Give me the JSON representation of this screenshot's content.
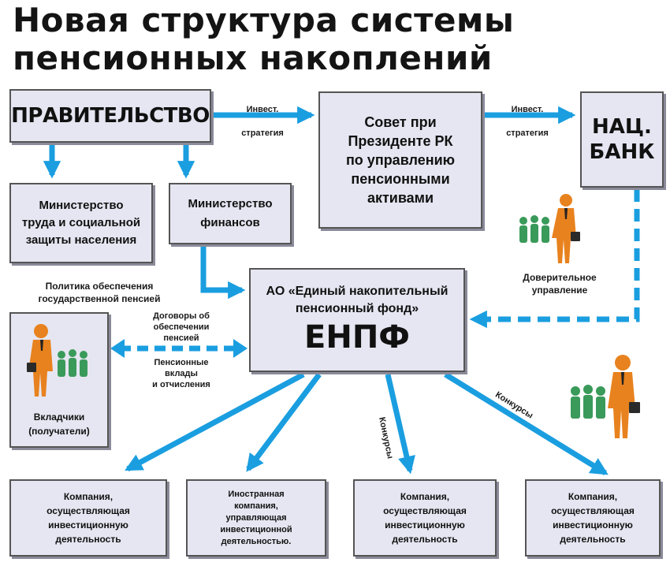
{
  "title": {
    "line1": "Новая структура системы",
    "line2": "пенсионных  накоплений"
  },
  "boxes": {
    "government": "ПРАВИТЕЛЬСТВО",
    "council": [
      "Совет при",
      "Президенте РК",
      "по управлению",
      "пенсионными",
      "активами"
    ],
    "natbank": [
      "НАЦ.",
      "БАНК"
    ],
    "ministry_labor": [
      "Министерство",
      "труда и социальной",
      "защиты населения"
    ],
    "ministry_finance": [
      "Министерство",
      "финансов"
    ],
    "enpf_name": [
      "АО «Единый накопительный",
      "пенсионный фонд»"
    ],
    "enpf_abbr": "ЕНПФ",
    "depositors": [
      "Вкладчики",
      "(получатели)"
    ],
    "company1": [
      "Компания,",
      "осуществляющая",
      "инвестиционную",
      "деятельность"
    ],
    "company2": [
      "Иностранная",
      "компания,",
      "управляющая",
      "инвестиционной",
      "деятельностью."
    ],
    "company3": [
      "Компания,",
      "осуществляющая",
      "инвестиционную",
      "деятельность"
    ],
    "company4": [
      "Компания,",
      "осуществляющая",
      "инвестиционную",
      "деятельность"
    ]
  },
  "labels": {
    "invest1": [
      "Инвест.",
      "стратегия"
    ],
    "invest2": [
      "Инвест.",
      "стратегия"
    ],
    "policy": [
      "Политика обеспечения",
      "государственной пенсией"
    ],
    "contracts": [
      "Договоры об",
      "обеспечении",
      "пенсией"
    ],
    "contributions": [
      "Пенсионные",
      "вклады",
      "и отчисления"
    ],
    "trust": [
      "Доверительное",
      "управление"
    ],
    "tender1": "Конкурсы",
    "tender2": "Конкурсы"
  },
  "colors": {
    "arrow": "#1a9ee0",
    "box_fill": "#e6e6f2",
    "person_orange": "#e8821e",
    "person_green": "#3a9a5a"
  },
  "icons": [
    "businessman-icon",
    "team-icon"
  ]
}
